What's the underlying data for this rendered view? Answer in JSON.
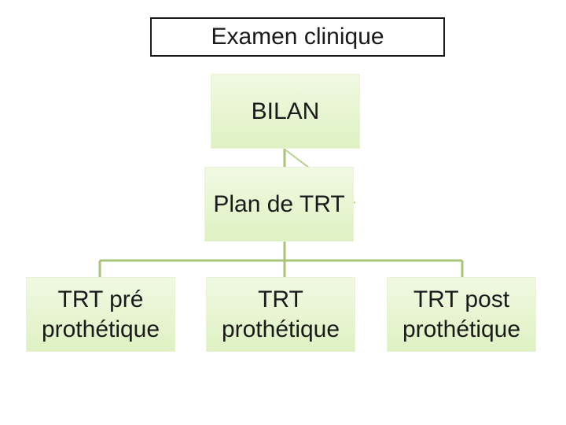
{
  "title": "Examen clinique",
  "nodes": {
    "bilan": "BILAN",
    "plan": "Plan de TRT",
    "pre": "TRT pré\nprothétique",
    "prot": "TRT\nprothétique",
    "post": "TRT post\nprothétique"
  },
  "colors": {
    "node_fill_top": "#f1f9e3",
    "node_fill_bottom": "#dff1c2",
    "connector": "#a9c47a",
    "text": "#1a1a1a"
  }
}
